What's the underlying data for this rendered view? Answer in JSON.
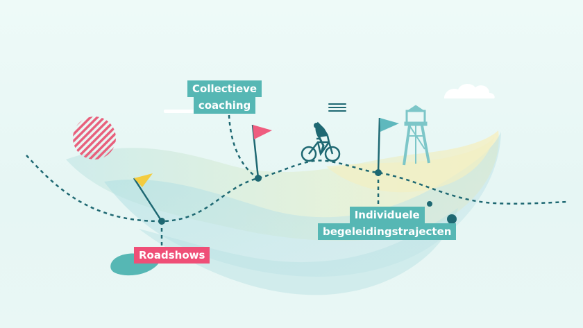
{
  "milestones": {
    "coaching": {
      "line1": "Collectieve",
      "line2": "coaching"
    },
    "roadshows": {
      "label": "Roadshows"
    },
    "individuele": {
      "line1": "Individuele",
      "line2": "begeleidingstrajecten"
    }
  },
  "icons": [
    "striped-sun-icon",
    "cloud-icon",
    "cyclist-icon",
    "tower-icon",
    "wind-lines-icon",
    "flag-icon"
  ],
  "colors": {
    "path": "#1e6872",
    "teal_label": "#56b7b4",
    "pink_label": "#ef4f77",
    "flag_pink": "#ef5c7e",
    "flag_yellow": "#f3cc3f",
    "flag_teal": "#5fb8bd",
    "sun_stripes": "#e8607c"
  }
}
